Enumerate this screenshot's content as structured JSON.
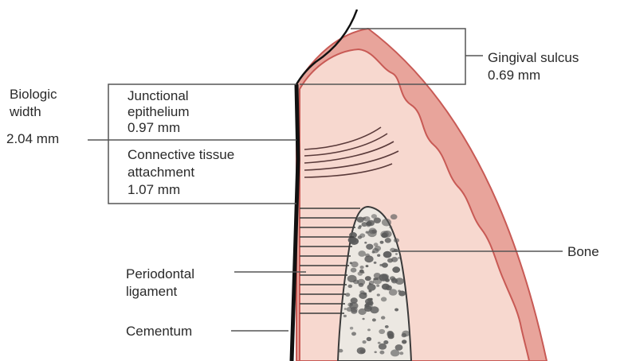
{
  "labels": {
    "biologic_width": {
      "line1": "Biologic",
      "line2": "width",
      "value": "2.04 mm"
    },
    "junctional_epithelium": {
      "line1": "Junctional",
      "line2": "epithelium",
      "value": "0.97 mm"
    },
    "connective_tissue": {
      "line1": "Connective tissue",
      "line2": "attachment",
      "value": "1.07 mm"
    },
    "gingival_sulcus": {
      "line1": "Gingival sulcus",
      "value": "0.69 mm"
    },
    "periodontal_ligament": {
      "line1": "Periodontal",
      "line2": "ligament"
    },
    "cementum": "Cementum",
    "bone": "Bone"
  },
  "colors": {
    "gingiva_outer": "#e8a49b",
    "gingiva_inner": "#f7d8cf",
    "gingiva_edge": "#c85a55",
    "bone_fill": "#ece8e2",
    "bone_particle": "#5a5a5a",
    "tooth_line": "#111111",
    "leader_line": "#555555"
  }
}
